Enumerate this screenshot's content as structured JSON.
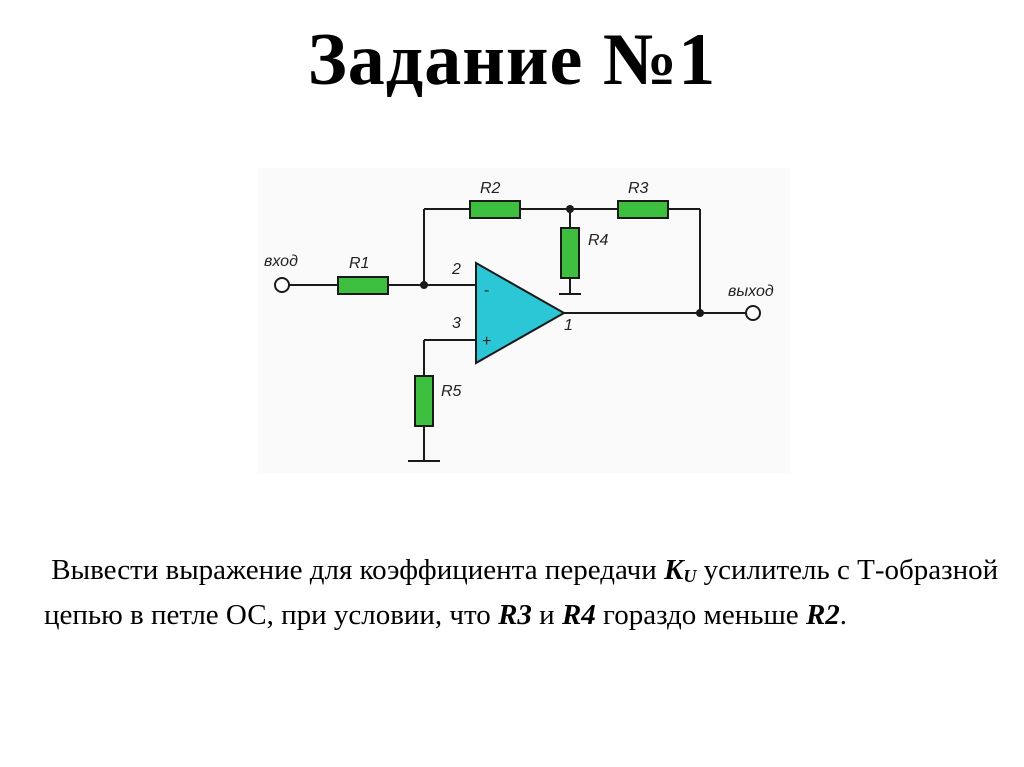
{
  "slide": {
    "title": "Задание №1"
  },
  "circuit": {
    "labels": {
      "input": "вход",
      "output": "выход",
      "r1": "R1",
      "r2": "R2",
      "r3": "R3",
      "r4": "R4",
      "r5": "R5",
      "pin2": "2",
      "pin3": "3",
      "pin1": "1",
      "minus": "-",
      "plus": "+"
    },
    "colors": {
      "resistor_fill": "#3fbf3f",
      "opamp_fill": "#2cc7d6",
      "wire": "#1a1a1a",
      "label": "#222222"
    }
  },
  "task": {
    "part1": "Вывести выражение для коэффициента передачи ",
    "k_symbol": "K",
    "k_sub": "U",
    "part2": " усилитель с Т-образной цепью в петле ОС, при условии, что ",
    "r3": "R3",
    "part3": " и ",
    "r4": "R4",
    "part4": " гораздо меньше ",
    "r2": "R2",
    "part5": "."
  }
}
